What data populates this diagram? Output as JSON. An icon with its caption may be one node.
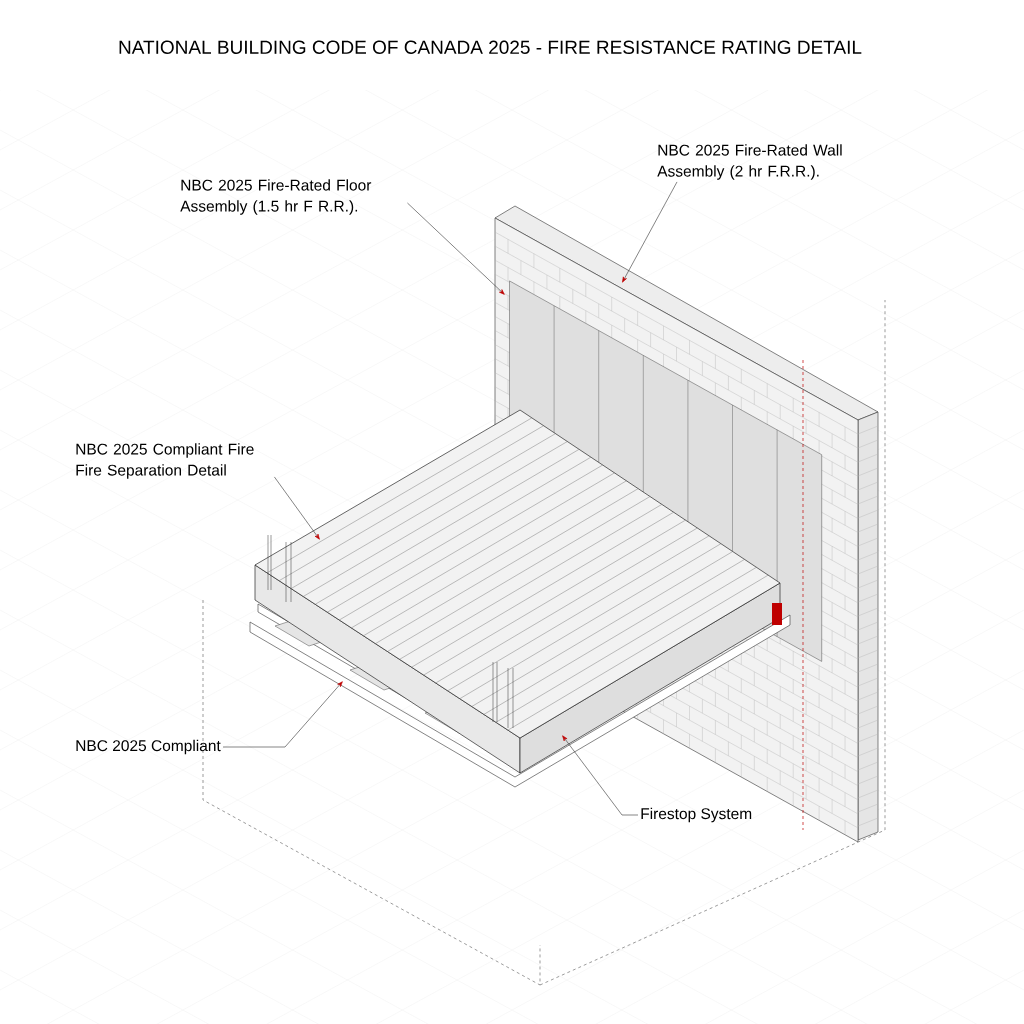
{
  "diagram": {
    "title": "NATIONAL BUILDING CODE OF CANADA 2025 - FIRE RESISTANCE RATING DETAIL",
    "nodes": [
      {
        "text": [
          "NBC 2025 Fire-Rated Floor Assembly (1.5 hr F R.R.)."
        ]
      },
      {
        "text": [
          "NBC 2025 Fire-Rated Wall Assembly (2 hr F.R.R.)."
        ]
      },
      {
        "text": [
          "NBC 2025 Compliant Fire Fire Separation Detail"
        ]
      },
      {
        "text": [
          "NBC 2025 Compliant"
        ]
      },
      {
        "text": [
          "Firestop System"
        ]
      }
    ],
    "edges": [
      {
        "from": 0,
        "to": null,
        "arrow": "to"
      },
      {
        "from": 1,
        "to": null,
        "arrow": "to"
      },
      {
        "from": 2,
        "to": null,
        "arrow": "to"
      },
      {
        "from": 3,
        "to": null,
        "arrow": "to"
      },
      {
        "from": 4,
        "to": null,
        "arrow": "to"
      }
    ]
  }
}
